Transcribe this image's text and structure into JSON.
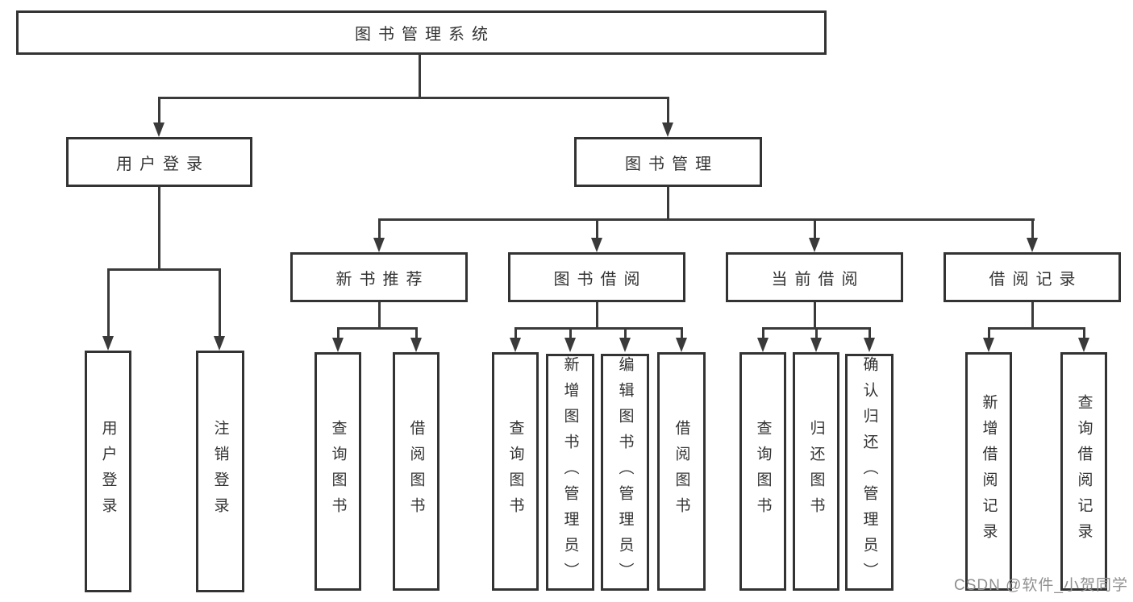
{
  "tree": {
    "label": "图书管理系统",
    "children": [
      {
        "label": "用户登录",
        "children": [
          {
            "label": "用户登录"
          },
          {
            "label": "注销登录"
          }
        ]
      },
      {
        "label": "图书管理",
        "children": [
          {
            "label": "新书推荐",
            "children": [
              {
                "label": "查询图书"
              },
              {
                "label": "借阅图书"
              }
            ]
          },
          {
            "label": "图书借阅",
            "children": [
              {
                "label": "查询图书"
              },
              {
                "label": "新增图书（管理员）"
              },
              {
                "label": "编辑图书（管理员）"
              },
              {
                "label": "借阅图书"
              }
            ]
          },
          {
            "label": "当前借阅",
            "children": [
              {
                "label": "查询图书"
              },
              {
                "label": "归还图书"
              },
              {
                "label": "确认归还（管理员）"
              }
            ]
          },
          {
            "label": "借阅记录",
            "children": [
              {
                "label": "新增借阅记录"
              },
              {
                "label": "查询借阅记录"
              }
            ]
          }
        ]
      }
    ]
  },
  "watermark": {
    "text": "CSDN @软件_小贺同学",
    "color": "#8f8f8f"
  },
  "colors": {
    "line": "#3a3a3a",
    "border": "#333333",
    "text": "#333333",
    "background": "#ffffff"
  }
}
